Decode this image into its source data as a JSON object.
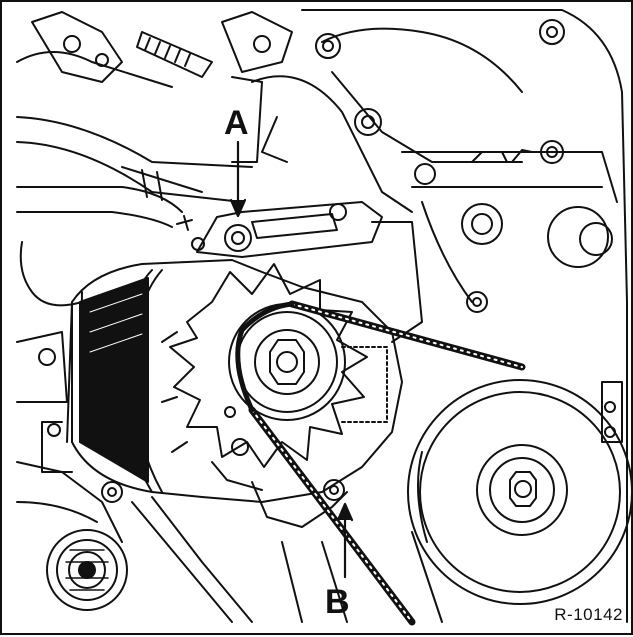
{
  "labels": {
    "a": "A",
    "b": "B"
  },
  "reference": "R-10142",
  "colors": {
    "ink": "#111111",
    "paper": "#ffffff",
    "shade": "#8a8a8a"
  }
}
